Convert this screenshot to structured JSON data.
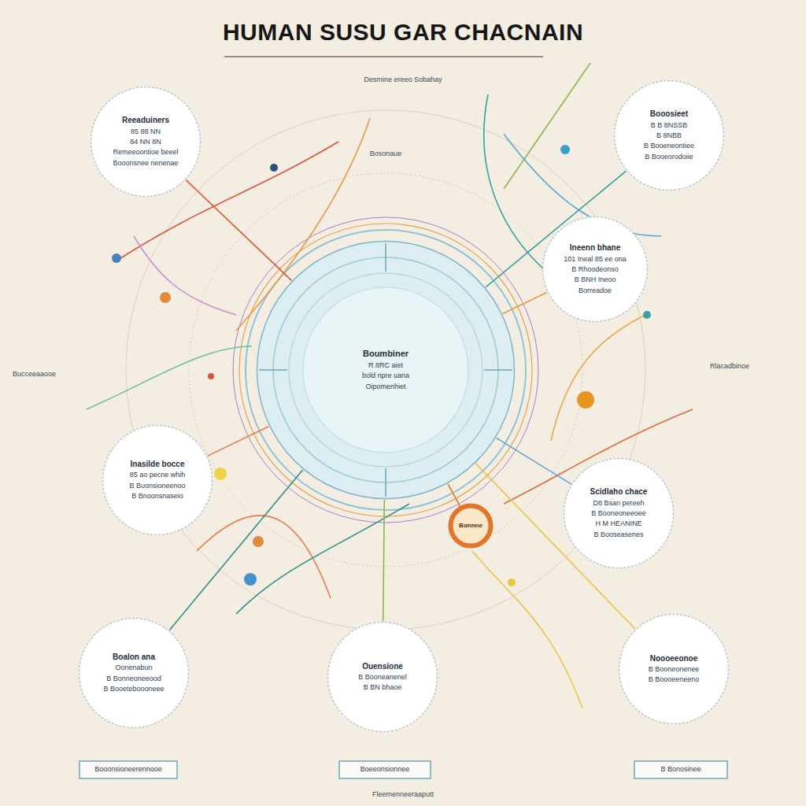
{
  "diagram": {
    "title": "HUMAN SUSU GAR CHACNAIN",
    "nodes": [
      {
        "text": [
          "Reeaduiners",
          "85 88 NN",
          "84 NN 8N",
          "Remeeoontioe beeel",
          "Booonsnee nenenae"
        ]
      },
      {
        "text": [
          "Booosieet",
          "B B 8NSSB",
          "B 8NBB",
          "B Booeneontiee",
          "B Booeorodoiie"
        ]
      },
      {
        "text": [
          "Ineenn bhane",
          "101 Ineal 85 ee ona",
          "B Rhoodeonso",
          "B BNH Ineoo",
          "Borreadoe"
        ]
      },
      {
        "text": [
          "Boumbiner",
          "R 8RC aiet",
          "bold npre uana",
          "Oipomenhiet"
        ]
      },
      {
        "text": [
          "Inasilde bocce",
          "85 ao pecne whih",
          "B Buonsioneenoo",
          "B Bnoonsnaseio"
        ]
      },
      {
        "text": [
          "Scidlaho chace",
          "D8 Bsan pereeh",
          "B Booneoneeoee",
          "H M HEANINE",
          "B Booseasenes"
        ]
      },
      {
        "text": [
          "Bonnne"
        ]
      },
      {
        "text": [
          "Boalon ana",
          "Oonenabun",
          "B Bonneoneeood",
          "B Booeteboooneee"
        ]
      },
      {
        "text": [
          "Ouensione",
          "B Booneanenel",
          "B BN bhaoe"
        ]
      },
      {
        "text": [
          "Noooeeonoe",
          "B Booneonenee",
          "B Boooeeneeno"
        ]
      },
      {
        "text": [
          "Booonsioneerennooe"
        ]
      },
      {
        "text": [
          "Boeeonsionnee"
        ]
      },
      {
        "text": [
          "B Bonosinee"
        ]
      }
    ],
    "edges": [
      {
        "from": 0,
        "to": 3,
        "arrow": "none"
      },
      {
        "from": 1,
        "to": 3,
        "arrow": "none"
      },
      {
        "from": 2,
        "to": 3,
        "arrow": "none"
      },
      {
        "from": 4,
        "to": 3,
        "arrow": "none"
      },
      {
        "from": 5,
        "to": 3,
        "arrow": "none"
      },
      {
        "from": 6,
        "to": 3,
        "arrow": "none"
      },
      {
        "from": 7,
        "to": 3,
        "arrow": "none"
      },
      {
        "from": 8,
        "to": 3,
        "arrow": "none"
      },
      {
        "from": 9,
        "to": 3,
        "arrow": "none"
      }
    ],
    "labels": [
      "Desmine ereeo Sobahay",
      "Bosonaue",
      "Fleemenneeraaputt",
      "Bucceeaaooe",
      "Rlacadbinoe"
    ]
  }
}
